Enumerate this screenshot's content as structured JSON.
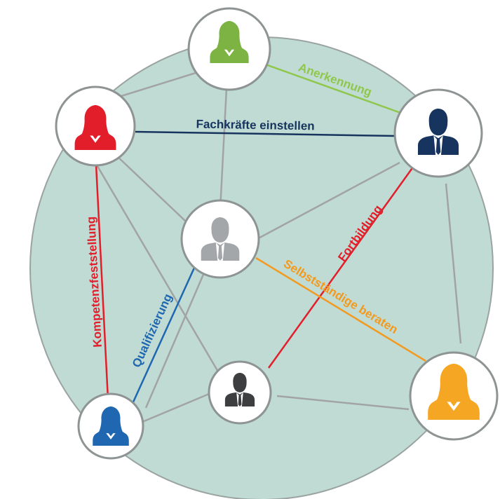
{
  "colors": {
    "circle_fill": "#bfdbd3",
    "circle_stroke": "#9aa3a0",
    "connector": "#a2a4a4",
    "node_ring": "#8e9393",
    "node_fill": "#ffffff",
    "person_green": "#7cb342",
    "person_navy": "#17345f",
    "person_red": "#e31e2b",
    "person_gray": "#a4a7aa",
    "person_dark": "#3d3e40",
    "person_blue": "#1f67b1",
    "person_orange": "#f5a623",
    "line_green": "#8fc74c",
    "line_navy": "#17345f",
    "line_red": "#e31e2b",
    "line_orange": "#f39a1e",
    "line_blue": "#1f67b1"
  },
  "nodes": [
    {
      "id": "green",
      "kind": "woman",
      "icon": "woman-silhouette-icon",
      "color": "#7cb342"
    },
    {
      "id": "navy",
      "kind": "man",
      "icon": "businessman-silhouette-icon",
      "color": "#17345f"
    },
    {
      "id": "red",
      "kind": "woman",
      "icon": "woman-silhouette-icon",
      "color": "#e31e2b"
    },
    {
      "id": "gray",
      "kind": "man",
      "icon": "businessman-silhouette-icon",
      "color": "#a4a7aa"
    },
    {
      "id": "dark",
      "kind": "man",
      "icon": "businessman-silhouette-icon",
      "color": "#3d3e40"
    },
    {
      "id": "blue",
      "kind": "woman",
      "icon": "woman-silhouette-icon",
      "color": "#1f67b1"
    },
    {
      "id": "orange",
      "kind": "woman",
      "icon": "woman-silhouette-icon",
      "color": "#f5a623"
    }
  ],
  "labels": {
    "anerkennung": "Anerkennung",
    "fachkraefte": "Fachkräfte einstellen",
    "kompetenz": "Kompetenzfeststellung",
    "qualifizierung": "Qualifizierung",
    "fortbildung": "Fortbildung",
    "selbststaendige": "Selbstständige beraten"
  }
}
